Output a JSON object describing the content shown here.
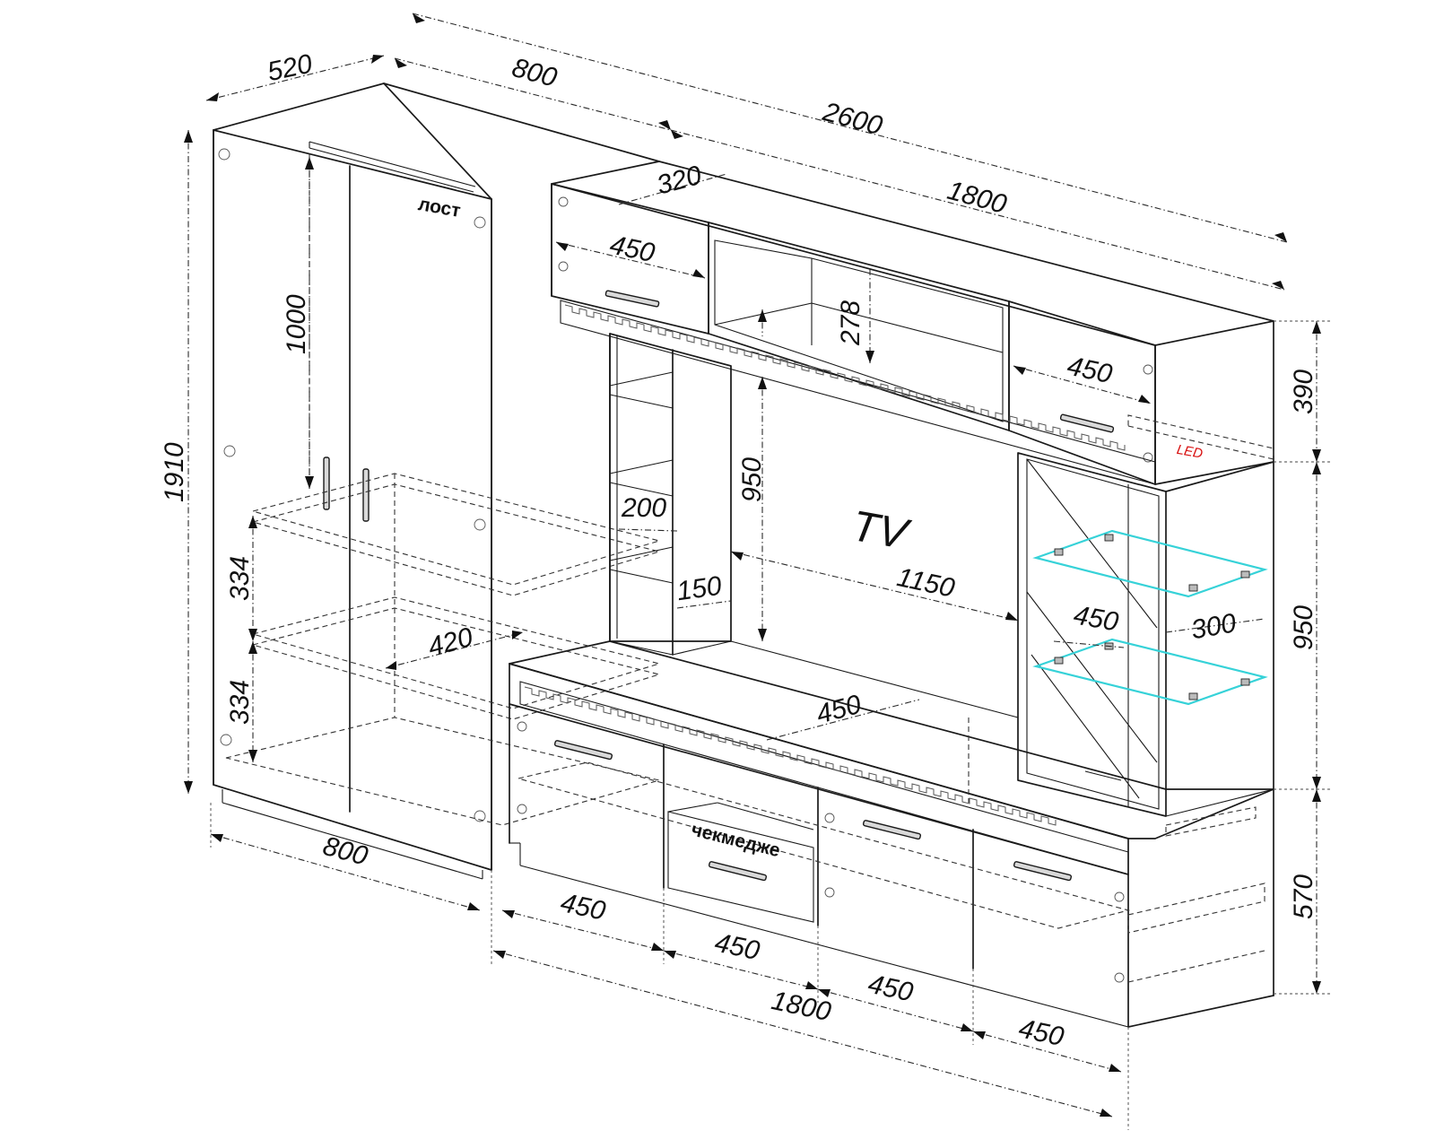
{
  "labels": {
    "tv": "TV",
    "lost": "лост",
    "chekmedzhe": "чекмедже",
    "led": "LED"
  },
  "dimensions": {
    "depth_520": "520",
    "width_800_top": "800",
    "total_2600": "2600",
    "depth_320": "320",
    "width_1800_top": "1800",
    "door_450_left": "450",
    "door_450_right": "450",
    "niche_278": "278",
    "height_1910": "1910",
    "rod_1000": "1000",
    "shelf_334_upper": "334",
    "shelf_334_lower": "334",
    "depth_420": "420",
    "shelf_200": "200",
    "height_950_center": "950",
    "depth_150": "150",
    "tv_1150": "1150",
    "glass_450": "450",
    "glass_300": "300",
    "top_450_base": "450",
    "height_390": "390",
    "height_950_right": "950",
    "height_570": "570",
    "width_800_bottom": "800",
    "base_450_a": "450",
    "base_450_b": "450",
    "base_450_c": "450",
    "base_1800": "1800",
    "base_450_d": "450"
  },
  "colors": {
    "line": "#1a1a1a",
    "glass": "#36d2d8",
    "led_label": "#d81010",
    "background": "#ffffff"
  }
}
